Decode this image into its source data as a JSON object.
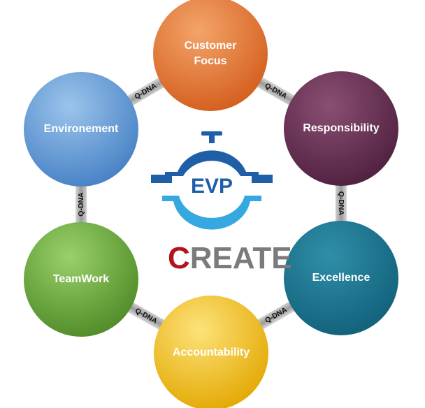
{
  "center": {
    "logo_text": "EVP",
    "create_first_letter": "C",
    "create_rest": "REATE",
    "colors": {
      "logo_blue": "#1f5fa8",
      "logo_light_blue": "#35a8e0",
      "create_red": "#b3141b",
      "create_gray": "#7b7b7b"
    }
  },
  "nodes": [
    {
      "id": "customer-focus",
      "lines": [
        "Customer",
        "Focus"
      ],
      "color_light": "#f4a46a",
      "color_dark": "#d35d1c"
    },
    {
      "id": "responsibility",
      "lines": [
        "Responsibility"
      ],
      "color_light": "#8a4f72",
      "color_dark": "#4f1f3f"
    },
    {
      "id": "excellence",
      "lines": [
        "Excellence"
      ],
      "color_light": "#2f8fa8",
      "color_dark": "#12607a"
    },
    {
      "id": "accountability",
      "lines": [
        "Accountability"
      ],
      "color_light": "#fde27a",
      "color_dark": "#e3a700"
    },
    {
      "id": "teamwork",
      "lines": [
        "TeamWork"
      ],
      "color_light": "#9ad06a",
      "color_dark": "#4e8a26"
    },
    {
      "id": "environement",
      "lines": [
        "Environement"
      ],
      "color_light": "#9cc4ec",
      "color_dark": "#4580c4"
    }
  ],
  "links": [
    {
      "label": "Q-DNA"
    },
    {
      "label": "Q-DNA"
    },
    {
      "label": "Q-DNA"
    },
    {
      "label": "Q-DNA"
    },
    {
      "label": "Q-DNA"
    },
    {
      "label": "Q-DNA"
    }
  ]
}
